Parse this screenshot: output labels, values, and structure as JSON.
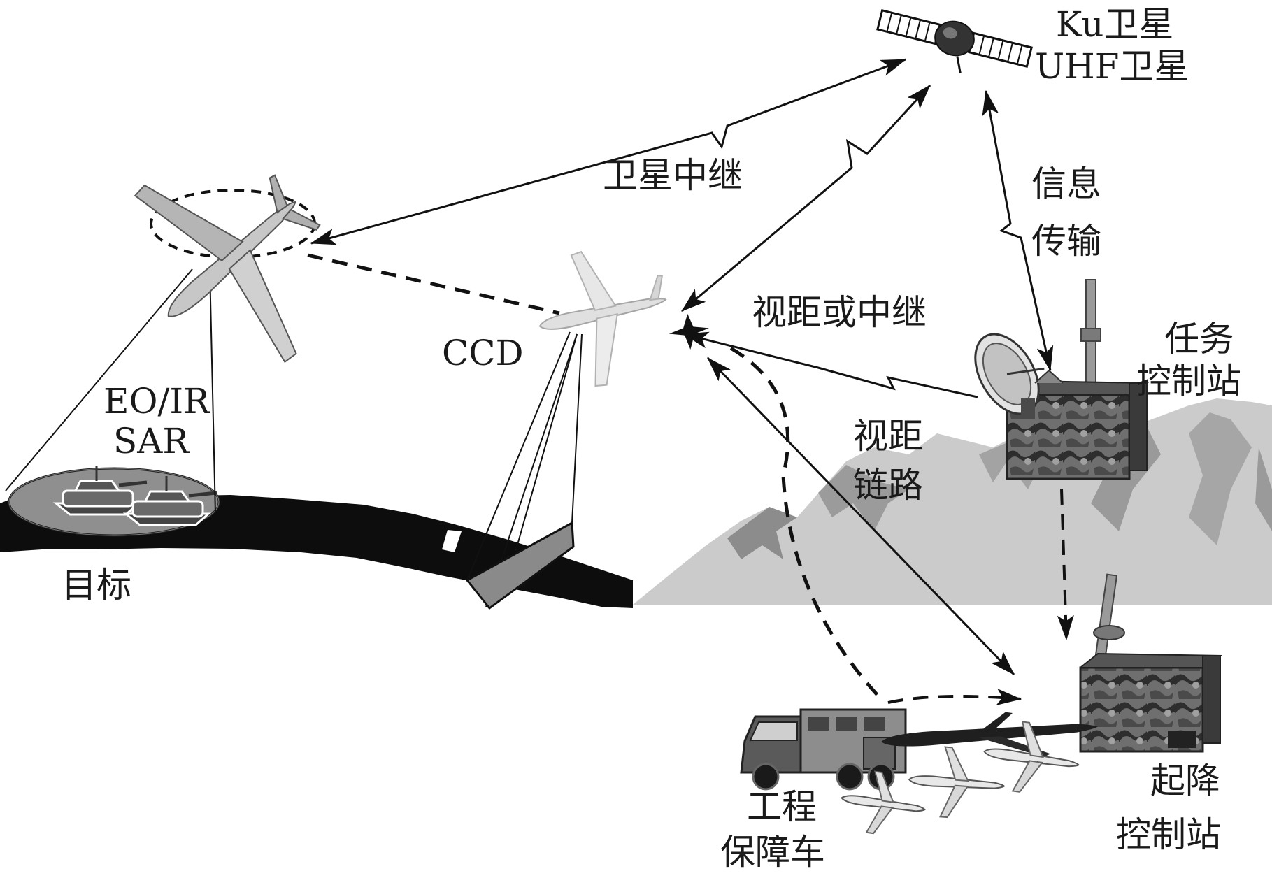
{
  "labels": {
    "satellite_line1": "Ku卫星",
    "satellite_line2": "UHF卫星",
    "satellite_relay": "卫星中继",
    "info_transfer_line1": "信息",
    "info_transfer_line2": "传输",
    "los_or_relay": "视距或中继",
    "mission_station_line1": "任务",
    "mission_station_line2": "控制站",
    "los_link_line1": "视距",
    "los_link_line2": "链路",
    "ccd": "CCD",
    "eoir": "EO/IR",
    "sar": "SAR",
    "target": "目标",
    "eng_vehicle_line1": "工程",
    "eng_vehicle_line2": "保障车",
    "launch_station_line1": "起降",
    "launch_station_line2": "控制站"
  },
  "icons": [
    "satellite-icon",
    "uav-icon",
    "tank-icon",
    "dish-antenna-icon",
    "shelter-icon",
    "truck-icon"
  ],
  "colors": {
    "ink": "#1a1a1a",
    "mountain": "#c9c9c9",
    "road": "#0d0d0d",
    "target_ellipse": "#8f8f8f",
    "camo_dark": "#3b3b3b",
    "camo_light": "#7d7d7d"
  }
}
